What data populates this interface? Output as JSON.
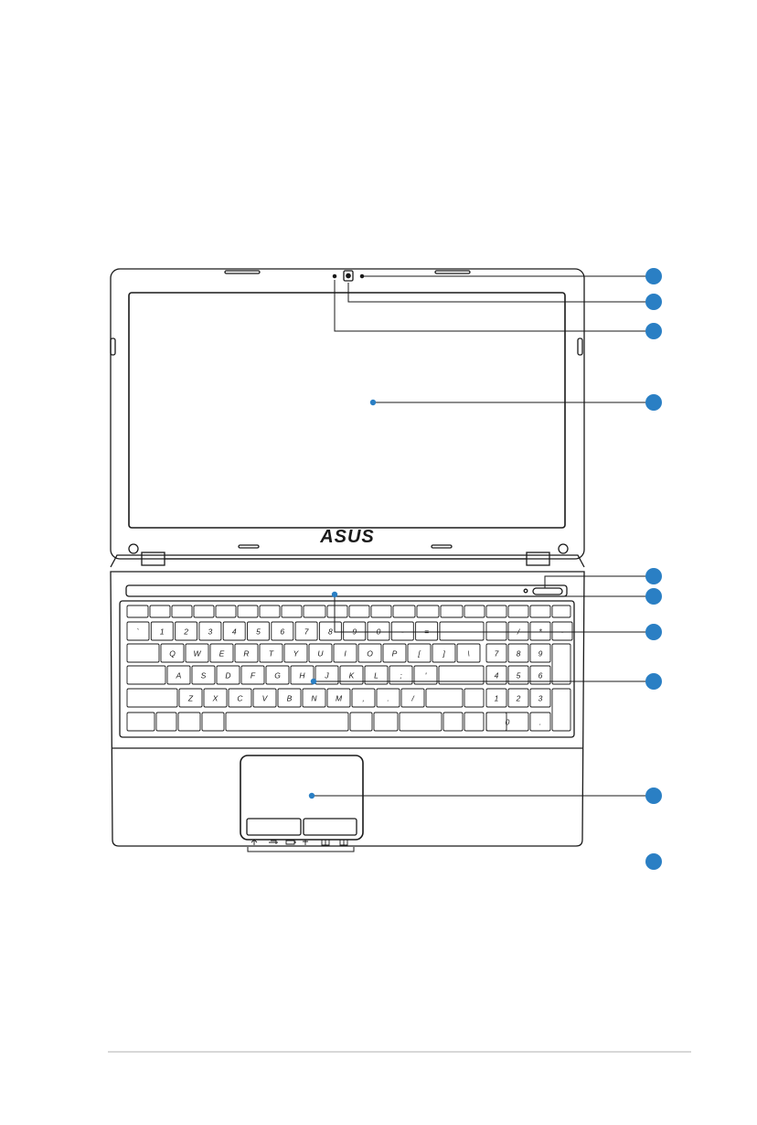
{
  "brand": {
    "logo": "ASUS"
  },
  "colors": {
    "callout": "#2a7fc4",
    "outline": "#1a1a1a",
    "footer_rule": "#b0b0b0",
    "hotkey": "#2a7fc4"
  },
  "callouts": [
    {
      "target": "webcam-led"
    },
    {
      "target": "webcam"
    },
    {
      "target": "microphone"
    },
    {
      "target": "display-panel"
    },
    {
      "target": "power-button"
    },
    {
      "target": "power-indicator"
    },
    {
      "target": "keyboard-numeric-row"
    },
    {
      "target": "keyboard"
    },
    {
      "target": "touchpad"
    },
    {
      "target": "status-indicators"
    }
  ],
  "keyboard": {
    "row1": [
      "`",
      "1",
      "2",
      "3",
      "4",
      "5",
      "6",
      "7",
      "8",
      "9",
      "0",
      "-",
      "="
    ],
    "row2": [
      "Q",
      "W",
      "E",
      "R",
      "T",
      "Y",
      "U",
      "I",
      "O",
      "P",
      "[",
      "]",
      "\\"
    ],
    "row3": [
      "A",
      "S",
      "D",
      "F",
      "G",
      "H",
      "J",
      "K",
      "L",
      ";",
      "'"
    ],
    "row4": [
      "Z",
      "X",
      "C",
      "V",
      "B",
      "N",
      "M",
      ",",
      ".",
      "/"
    ],
    "numpad_top": [
      "/",
      "*",
      "-"
    ],
    "numpad_rows": [
      [
        "7",
        "8",
        "9"
      ],
      [
        "4",
        "5",
        "6"
      ],
      [
        "1",
        "2",
        "3"
      ],
      [
        "0",
        "."
      ]
    ]
  }
}
